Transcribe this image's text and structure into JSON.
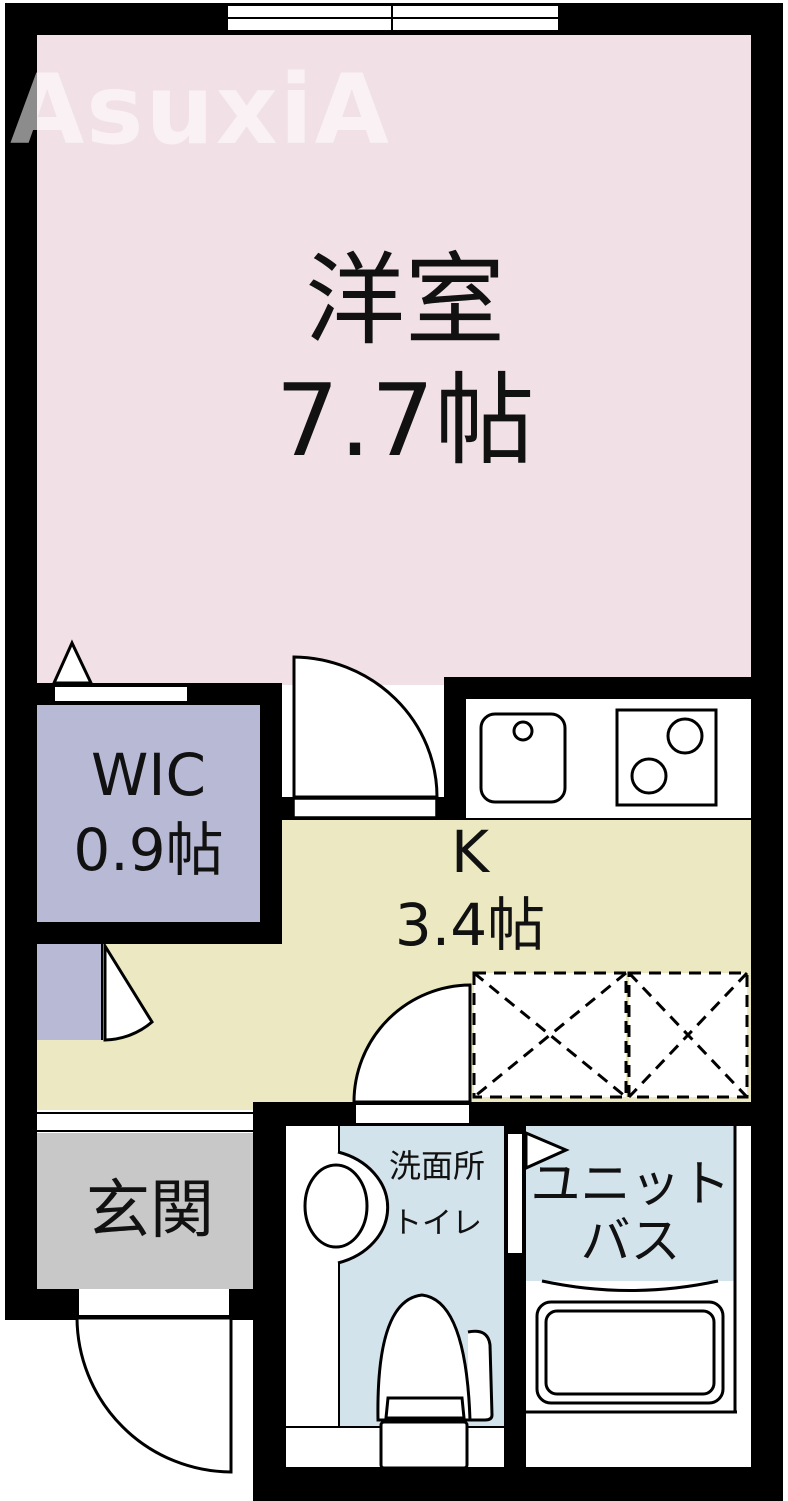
{
  "watermark": "AsuxiA",
  "colors": {
    "wall": "#000000",
    "western_room": "#f1e1e7",
    "wic": "#b8b9d5",
    "kitchen": "#ebe8c2",
    "genkan": "#c8c8c8",
    "bathroom": "#d3e3ec",
    "fixture": "#ffffff"
  },
  "rooms": {
    "western": {
      "name": "洋室",
      "size": "7.7帖"
    },
    "wic": {
      "name": "WIC",
      "size": "0.9帖"
    },
    "kitchen": {
      "name": "K",
      "size": "3.4帖"
    },
    "genkan": {
      "name": "玄関"
    },
    "washroom": {
      "name": "洗面所",
      "sub": "トイレ"
    },
    "unitbath": {
      "name": "ユニット",
      "sub": "バス"
    }
  },
  "fixtures": {
    "sink": "kitchen-sink",
    "stove": "two-burner-stove",
    "appliance_spaces": [
      "refrigerator-space",
      "washer-space"
    ],
    "toilet": "toilet",
    "wash_basin": "wash-basin",
    "bathtub": "bathtub"
  }
}
